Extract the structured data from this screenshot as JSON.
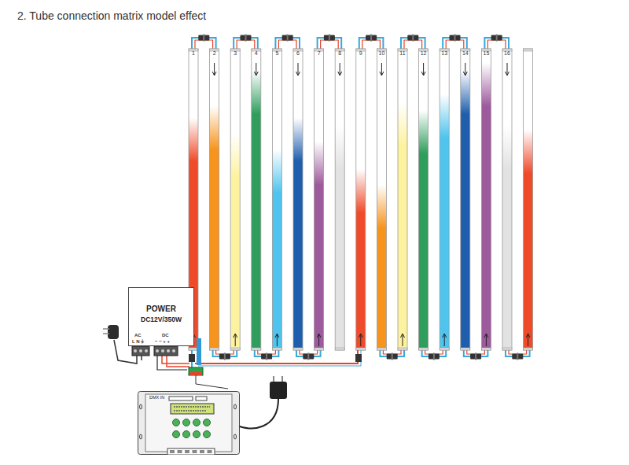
{
  "diagram": {
    "title": "2. Tube connection matrix model effect",
    "nodes": [
      {
        "text": [
          "POWER",
          "DC12V/350W"
        ]
      },
      {
        "text": [
          "DMX IN"
        ]
      }
    ],
    "labels": [
      "1",
      "2",
      "3",
      "4",
      "5",
      "6",
      "7",
      "8",
      "9",
      "10",
      "11",
      "12",
      "13",
      "14",
      "15",
      "16",
      "AC",
      "L N ⏚",
      "DC",
      "− − + +"
    ]
  }
}
